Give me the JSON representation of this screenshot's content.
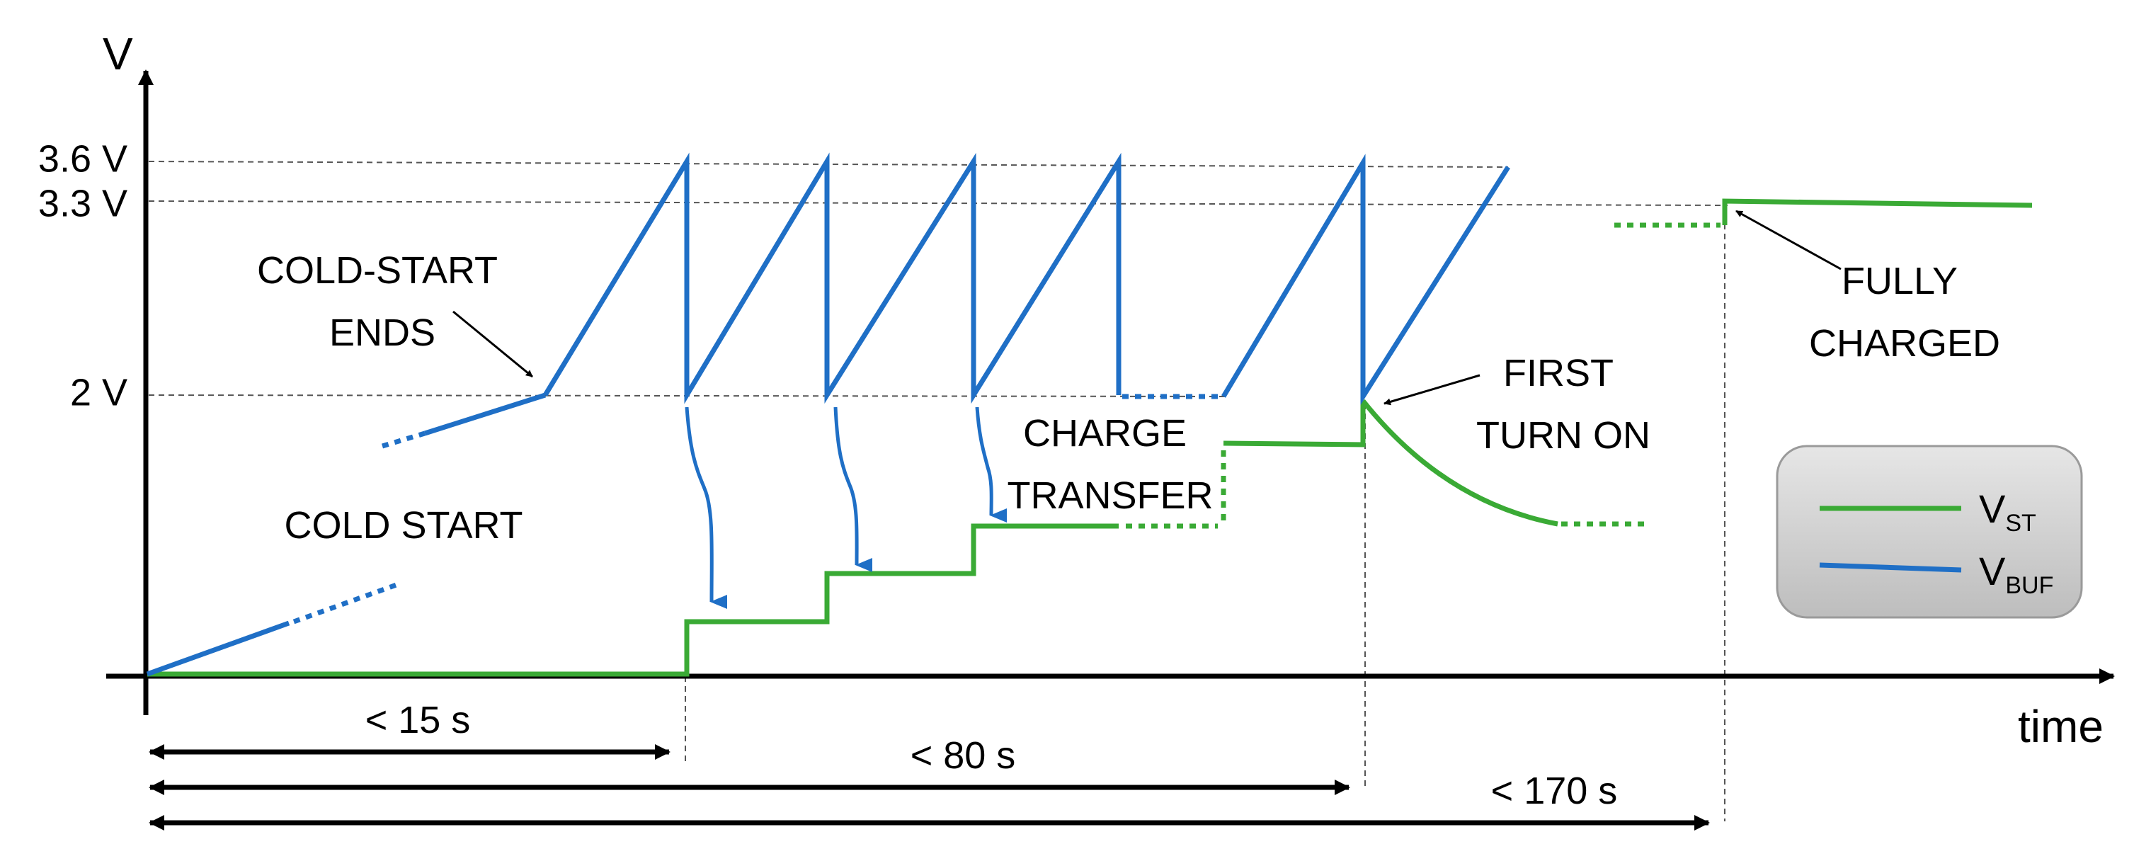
{
  "axes": {
    "y_label": "V",
    "x_label": "time",
    "y_ticks": [
      "3.6 V",
      "3.3 V",
      "2 V"
    ]
  },
  "annotations": {
    "cold_start_ends": [
      "COLD-START",
      "ENDS"
    ],
    "cold_start": "COLD START",
    "charge_transfer": [
      "CHARGE",
      "TRANSFER"
    ],
    "first_turn_on": [
      "FIRST",
      "TURN ON"
    ],
    "fully_charged": [
      "FULLY",
      "CHARGED"
    ]
  },
  "intervals": [
    "< 15 s",
    "< 80 s",
    "< 170 s"
  ],
  "legend": {
    "items": [
      {
        "main": "V",
        "sub": "ST",
        "color": "#3aaa35"
      },
      {
        "main": "V",
        "sub": "BUF",
        "color": "#1f6fc6"
      }
    ]
  },
  "colors": {
    "v_st": "#3aaa35",
    "v_buf": "#1f6fc6",
    "axis": "#000000",
    "guide": "#555555",
    "legend_bg": "#d0d0d0"
  }
}
